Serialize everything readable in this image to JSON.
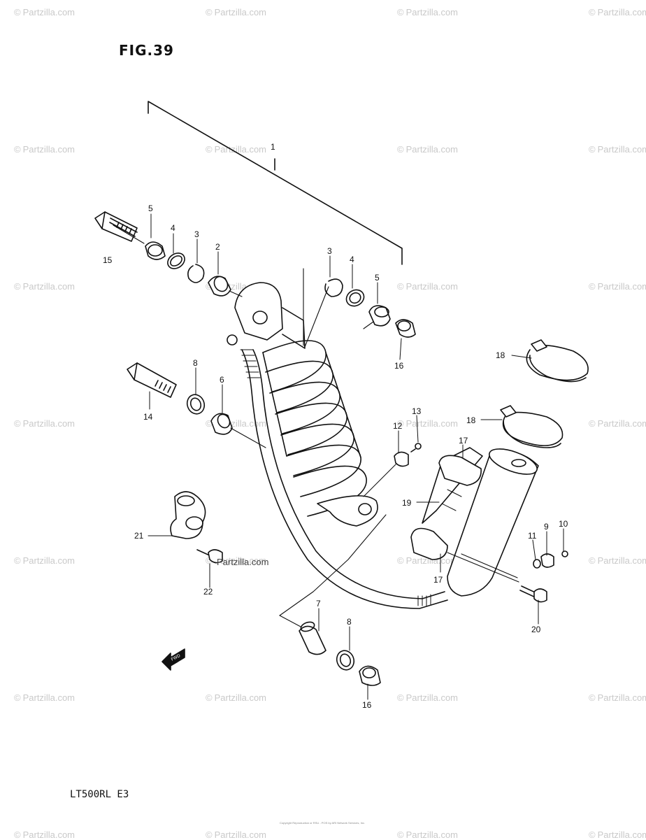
{
  "figure": {
    "title": "FIG.39",
    "model_code": "LT500RL  E3"
  },
  "watermark": {
    "text": "Partzilla.com",
    "symbol": "©"
  },
  "inline_watermark": "Partzilla.com",
  "footer_text": "Copyright Reproduction or RSU - POS by ARI Network Services, Inc.",
  "callouts": [
    "1",
    "2",
    "3",
    "4",
    "5",
    "6",
    "7",
    "8",
    "9",
    "10",
    "11",
    "12",
    "13",
    "14",
    "15",
    "16",
    "17",
    "18",
    "19",
    "20",
    "21",
    "22"
  ],
  "fwd_label": "FWD"
}
